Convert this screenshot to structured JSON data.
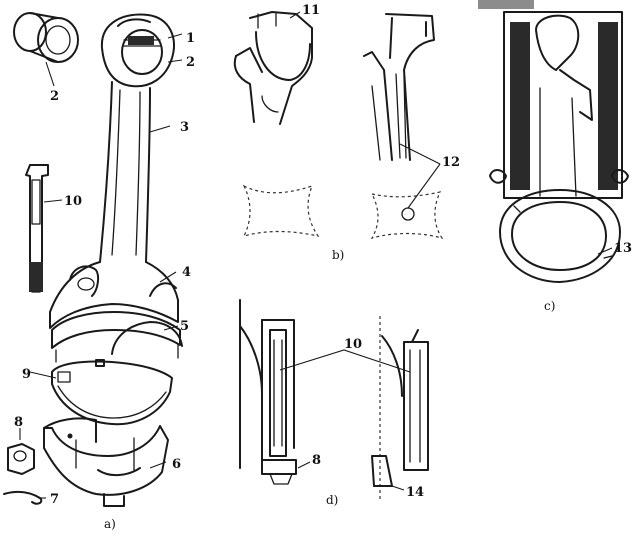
{
  "colors": {
    "ink": "#1a1a1a",
    "background": "#ffffff",
    "corner_tab": "#8c8c8c"
  },
  "views": {
    "a": {
      "caption": "a)"
    },
    "b": {
      "caption": "b)"
    },
    "c": {
      "caption": "c)"
    },
    "d": {
      "caption": "d)"
    }
  },
  "labels": {
    "n1": "1",
    "n2a": "2",
    "n2b": "2",
    "n3": "3",
    "n4": "4",
    "n5": "5",
    "n6": "6",
    "n7": "7",
    "n8a": "8",
    "n8b": "8",
    "n9": "9",
    "n10a": "10",
    "n10b": "10",
    "n11": "11",
    "n12": "12",
    "n13": "13",
    "n14": "14"
  }
}
